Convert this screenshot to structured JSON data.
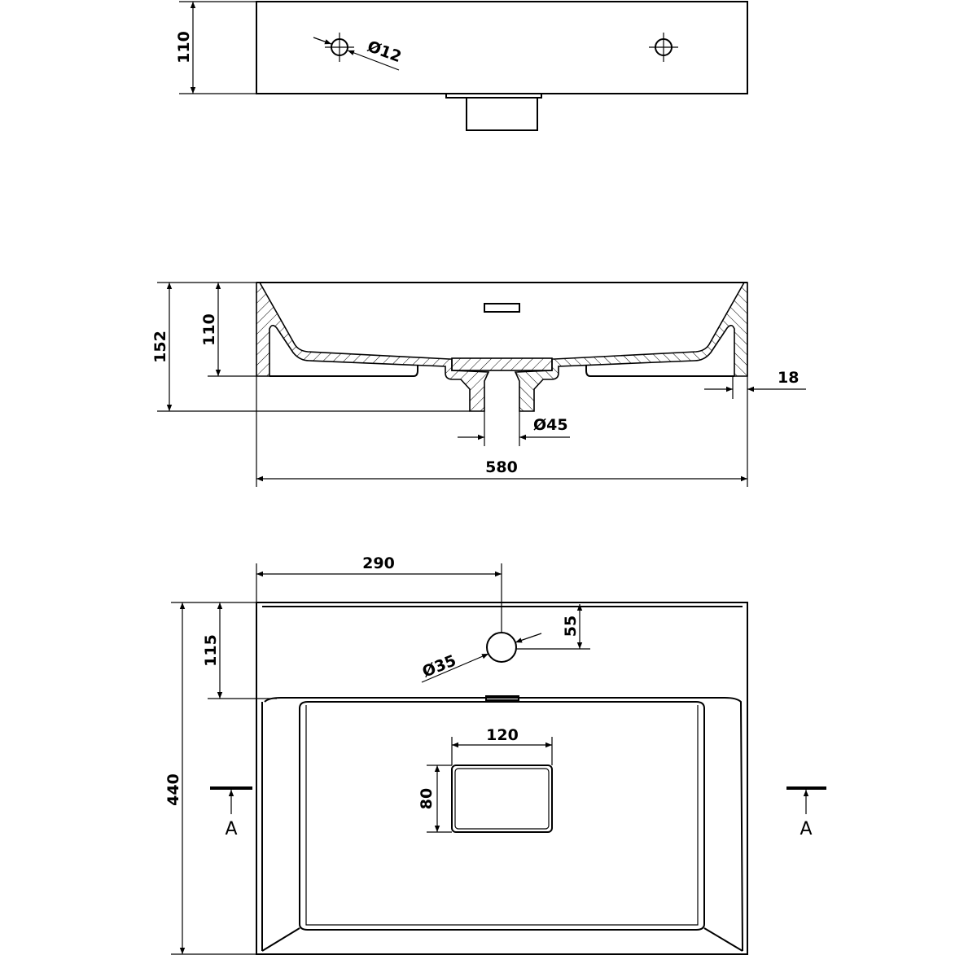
{
  "top_view": {
    "height_dim": "110",
    "hole_dim": "Ø12"
  },
  "section_view": {
    "total_height_dim": "152",
    "bowl_height_dim": "110",
    "wall_dim": "18",
    "drain_dim": "Ø45",
    "width_dim": "580"
  },
  "plan_view": {
    "tap_offset_dim": "290",
    "tap_edge_dim": "55",
    "tap_hole_dim": "Ø35",
    "rim_depth_dim": "115",
    "depth_dim": "440",
    "drain_width_dim": "120",
    "drain_length_dim": "80",
    "section_mark_left": "A",
    "section_mark_right": "A"
  }
}
